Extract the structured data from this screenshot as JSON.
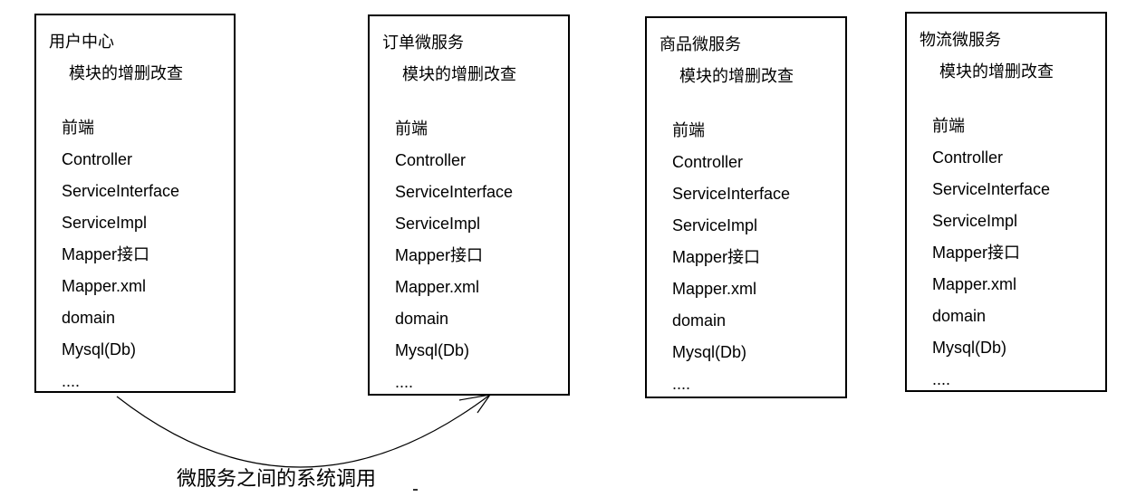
{
  "diagram": {
    "boxes": [
      {
        "title": "用户中心",
        "subtitle": "模块的增删改查",
        "items": [
          "前端",
          "Controller",
          "ServiceInterface",
          "ServiceImpl",
          "Mapper接口",
          "Mapper.xml",
          "domain",
          "Mysql(Db)",
          "...."
        ]
      },
      {
        "title": "订单微服务",
        "subtitle": "模块的增删改查",
        "items": [
          "前端",
          "Controller",
          "ServiceInterface",
          "ServiceImpl",
          "Mapper接口",
          "Mapper.xml",
          "domain",
          "Mysql(Db)",
          "...."
        ]
      },
      {
        "title": "商品微服务",
        "subtitle": "模块的增删改查",
        "items": [
          "前端",
          "Controller",
          "ServiceInterface",
          "ServiceImpl",
          "Mapper接口",
          "Mapper.xml",
          "domain",
          "Mysql(Db)",
          "...."
        ]
      },
      {
        "title": "物流微服务",
        "subtitle": "模块的增删改查",
        "items": [
          "前端",
          "Controller",
          "ServiceInterface",
          "ServiceImpl",
          "Mapper接口",
          "Mapper.xml",
          "domain",
          "Mysql(Db)",
          "...."
        ]
      }
    ],
    "arrow": {
      "label": "微服务之间的系统调用",
      "from_box": "用户中心",
      "to_box": "订单微服务"
    },
    "colors": {
      "border": "#000000",
      "text": "#000000",
      "background": "#ffffff"
    }
  }
}
